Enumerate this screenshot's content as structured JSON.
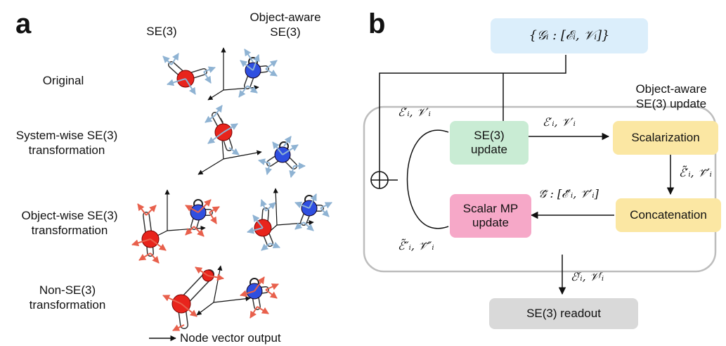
{
  "panel_a": {
    "letter": "a",
    "col_se3": "SE(3)",
    "col_object_aware": "Object-aware\nSE(3)",
    "rows": {
      "original": "Original",
      "system_wise": "System-wise SE(3)\ntransformation",
      "object_wise": "Object-wise SE(3)\ntransformation",
      "non_se3": "Non-SE(3)\ntransformation"
    },
    "legend": "Node vector output"
  },
  "panel_b": {
    "letter": "b",
    "input_box": "{𝒢ᵢ : [ℰᵢ, 𝒱ᵢ]}",
    "update_region_label": "Object-aware\nSE(3) update",
    "se3_update": "SE(3)\nupdate",
    "scalarization": "Scalarization",
    "concatenation": "Concatenation",
    "scalar_mp_update": "Scalar MP\nupdate",
    "readout": "SE(3) readout",
    "loop_label_top": "ℰ′ᵢ, 𝒱′ᵢ",
    "edge_se3_to_scalar": "ℰ′ᵢ, 𝒱′ᵢ",
    "edge_scalar_to_concat": "ℰ̃′ᵢ, 𝒱̃′ᵢ",
    "edge_concat_to_mp": "𝒢̃ : [ℰ̃′ᵢ, 𝒱̃′ᵢ]",
    "loop_label_bottom": "ℰ̃″ᵢ, 𝒱̃″ᵢ",
    "output_label": "ℰᶠᵢ, 𝒱ᶠᵢ",
    "colors": {
      "input": "#dbeefb",
      "se3_update": "#c9ecd4",
      "scalarization": "#fbe7a3",
      "concatenation": "#fbe7a3",
      "scalar_mp": "#f6a8c8",
      "readout": "#d9d9d9",
      "oxygen": "#e8241c",
      "nitrogen": "#2f4fe0",
      "vector_blue": "#9bbbd6",
      "vector_red": "#e8604c"
    }
  }
}
